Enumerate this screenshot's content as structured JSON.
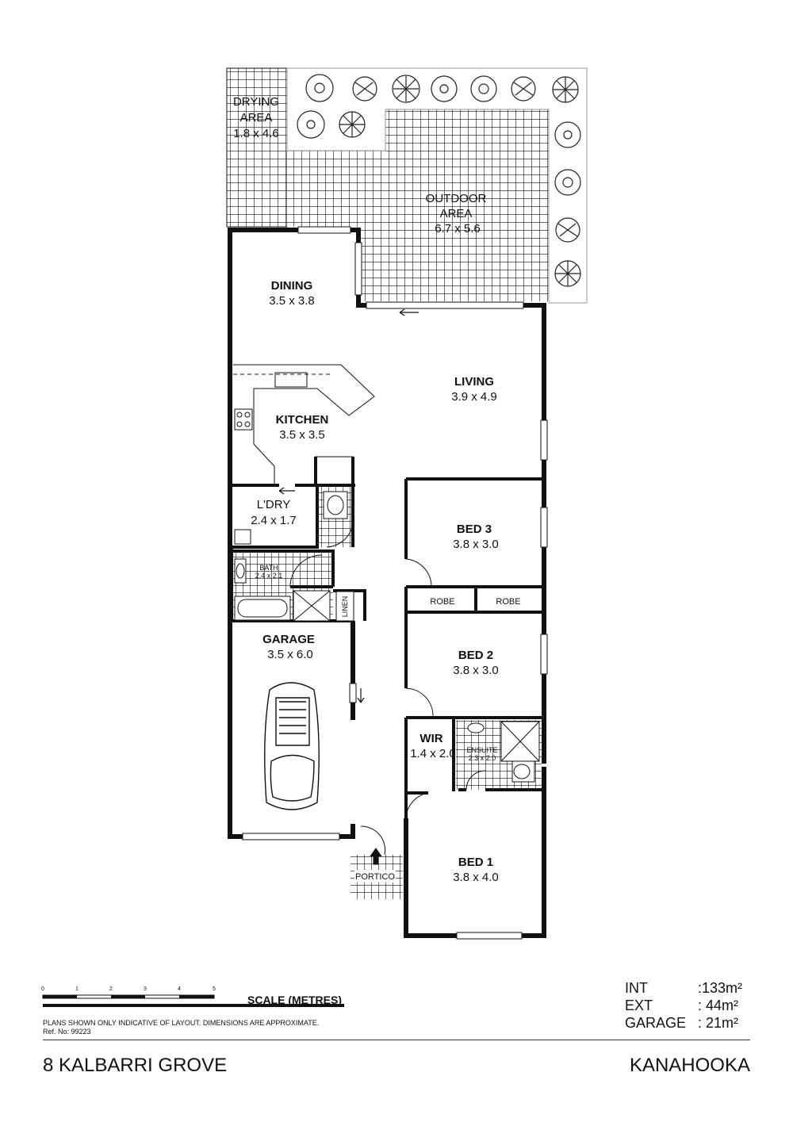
{
  "rooms": {
    "drying": {
      "name_1": "DRYING",
      "name_2": "AREA",
      "dim": "1.8 x 4.6"
    },
    "outdoor": {
      "name_1": "OUTDOOR",
      "name_2": "AREA",
      "dim": "6.7 x 5.6"
    },
    "dining": {
      "name": "DINING",
      "dim": "3.5 x 3.8"
    },
    "living": {
      "name": "LIVING",
      "dim": "3.9 x 4.9"
    },
    "kitchen": {
      "name": "KITCHEN",
      "dim": "3.5 x 3.5"
    },
    "laundry": {
      "name": "L'DRY",
      "dim": "2.4 x 1.7"
    },
    "bath": {
      "name": "BATH",
      "dim": "2.4 x 2.1"
    },
    "linen": {
      "name": "LINEN"
    },
    "bed3": {
      "name": "BED 3",
      "dim": "3.8 x 3.0"
    },
    "robe_left": {
      "name": "ROBE"
    },
    "robe_right": {
      "name": "ROBE"
    },
    "bed2": {
      "name": "BED 2",
      "dim": "3.8 x 3.0"
    },
    "garage": {
      "name": "GARAGE",
      "dim": "3.5 x 6.0"
    },
    "wir": {
      "name": "WIR",
      "dim": "1.4 x 2.0"
    },
    "ensuite": {
      "name": "ENSUITE",
      "dim": "2.3 x 2.0"
    },
    "bed1": {
      "name": "BED 1",
      "dim": "3.8 x 4.0"
    },
    "portico": {
      "name": "PORTICO"
    }
  },
  "scale": {
    "ticks": [
      "0",
      "1",
      "2",
      "3",
      "4",
      "5"
    ],
    "title": "SCALE (METRES)"
  },
  "disclaimer": "PLANS SHOWN ONLY INDICATIVE OF LAYOUT.  DIMENSIONS ARE APPROXIMATE.",
  "reference": "Ref. No: 99223",
  "areas": [
    {
      "label": "INT",
      "value": ":133m²"
    },
    {
      "label": "EXT",
      "value": ":  44m²"
    },
    {
      "label": "GARAGE",
      "value": ":  21m²"
    }
  ],
  "address": "8 KALBARRI GROVE",
  "suburb": "KANAHOOKA",
  "colors": {
    "wall": "#111111",
    "tile": "#111111",
    "paper": "#ffffff"
  }
}
